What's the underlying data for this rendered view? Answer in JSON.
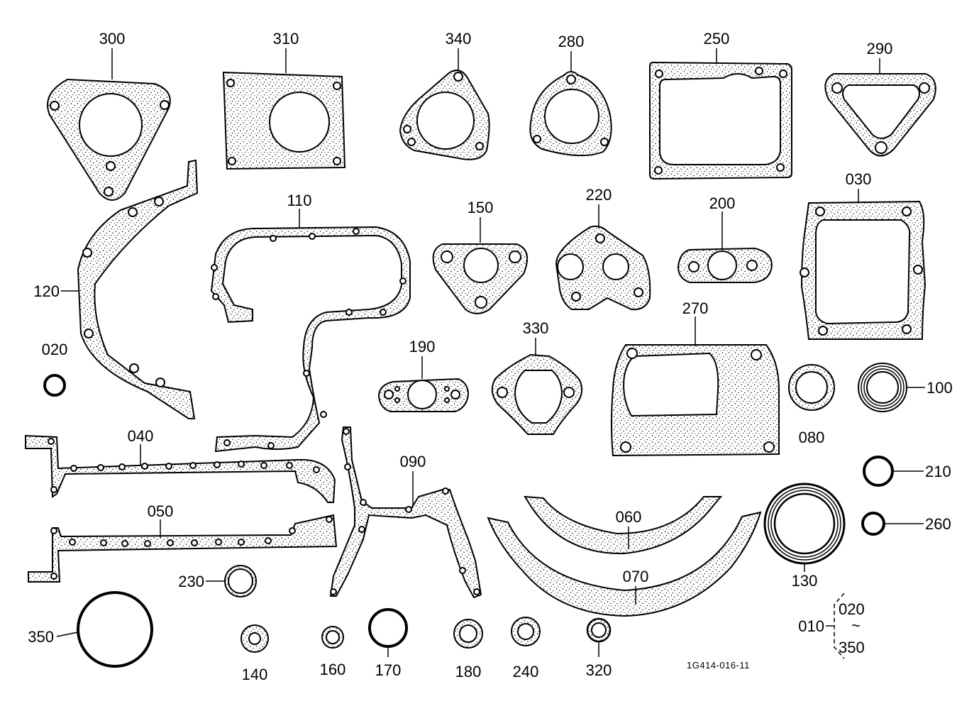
{
  "diagram": {
    "drawing_code": "1G414-016-11",
    "parts": {
      "p300": "300",
      "p310": "310",
      "p340": "340",
      "p280": "280",
      "p250": "250",
      "p290": "290",
      "p120": "120",
      "p110": "110",
      "p150": "150",
      "p220": "220",
      "p200": "200",
      "p030": "030",
      "p020": "020",
      "p190": "190",
      "p330": "330",
      "p270": "270",
      "p080": "080",
      "p100": "100",
      "p040": "040",
      "p090": "090",
      "p210": "210",
      "p050": "050",
      "p060": "060",
      "p260": "260",
      "p230": "230",
      "p070": "070",
      "p130": "130",
      "p350": "350",
      "p140": "140",
      "p160": "160",
      "p170": "170",
      "p180": "180",
      "p240": "240",
      "p320": "320"
    },
    "kit": {
      "label": "010",
      "from": "020",
      "tilde": "~",
      "to": "350"
    }
  }
}
